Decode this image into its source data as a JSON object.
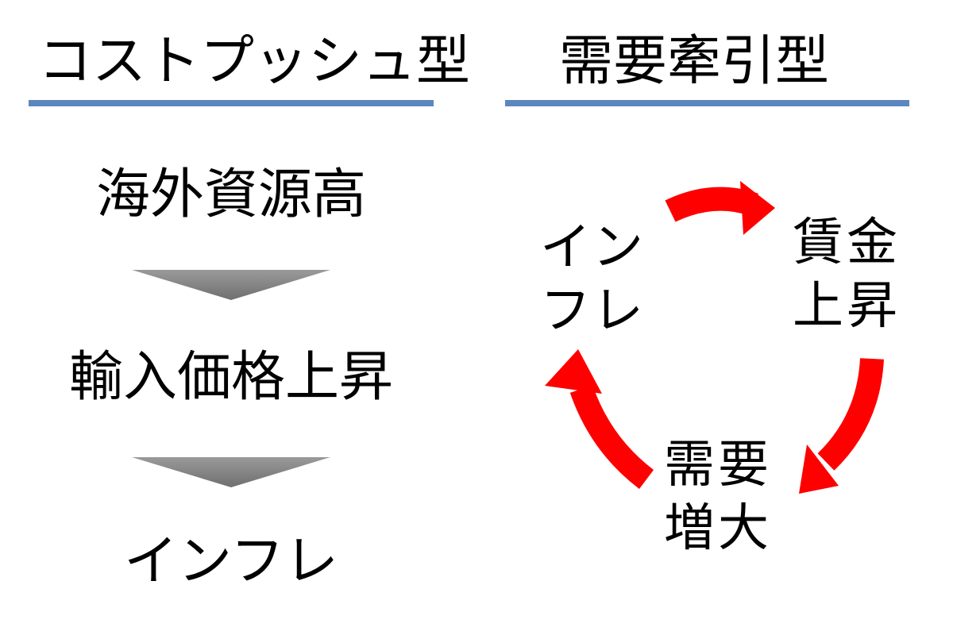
{
  "colors": {
    "rule": "#5b87bf",
    "down_arrow": "#7f7f7f",
    "cycle_arrow": "#ff0000",
    "text": "#000000"
  },
  "cost_push": {
    "title": "コストプッシュ型",
    "steps": [
      "海外資源高",
      "輸入価格上昇",
      "インフレ"
    ]
  },
  "demand_pull": {
    "title": "需要牽引型",
    "nodes": {
      "inflation": [
        "イン",
        "フレ"
      ],
      "wage_rise": [
        "賃金",
        "上昇"
      ],
      "demand_increase": [
        "需要",
        "増大"
      ]
    }
  }
}
